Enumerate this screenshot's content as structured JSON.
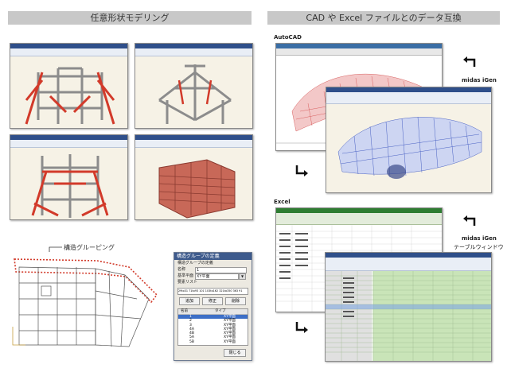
{
  "sections": {
    "left_title": "任意形状モデリング",
    "right_title": "CAD や Excel ファイルとのデータ互換"
  },
  "labels": {
    "autocad": "AutoCAD",
    "midas_icen_1": "midas iGen",
    "excel": "Excel",
    "midas_icen_2": "midas iGen",
    "table_window": "テーブルウィンドウ",
    "structure_grouping": "構造グルーピング"
  },
  "dialog": {
    "title": "構造グループの定義",
    "group_label": "構造グループの定義",
    "name_label": "名称",
    "name_value": "1",
    "plane_label": "基準平面",
    "plane_value": "XY平面",
    "elements_label": "要素リスト",
    "elements_value": "29to31 71to93 101 103to162 321to350 363 91",
    "buttons": [
      "追加",
      "修正",
      "削除"
    ],
    "list_headers": [
      "名前",
      "タイプ"
    ],
    "list_rows": [
      [
        "1",
        "XY平面"
      ],
      [
        "2",
        "XY平面"
      ],
      [
        "3",
        "XY平面"
      ],
      [
        "4A",
        "XY平面"
      ],
      [
        "4B",
        "XY平面"
      ],
      [
        "5A",
        "XY平面"
      ],
      [
        "5B",
        "XY平面"
      ]
    ],
    "close_button": "閉じる"
  },
  "colors": {
    "header_bg": "#c8c8c8",
    "red_frame": "#d23a2a",
    "grey_frame": "#8c8c8c",
    "dialog_title": "#3d5a8c",
    "excel_green": "#c9e4b8",
    "red_mesh": "#d86060",
    "blue_mesh": "#4a62c4"
  }
}
